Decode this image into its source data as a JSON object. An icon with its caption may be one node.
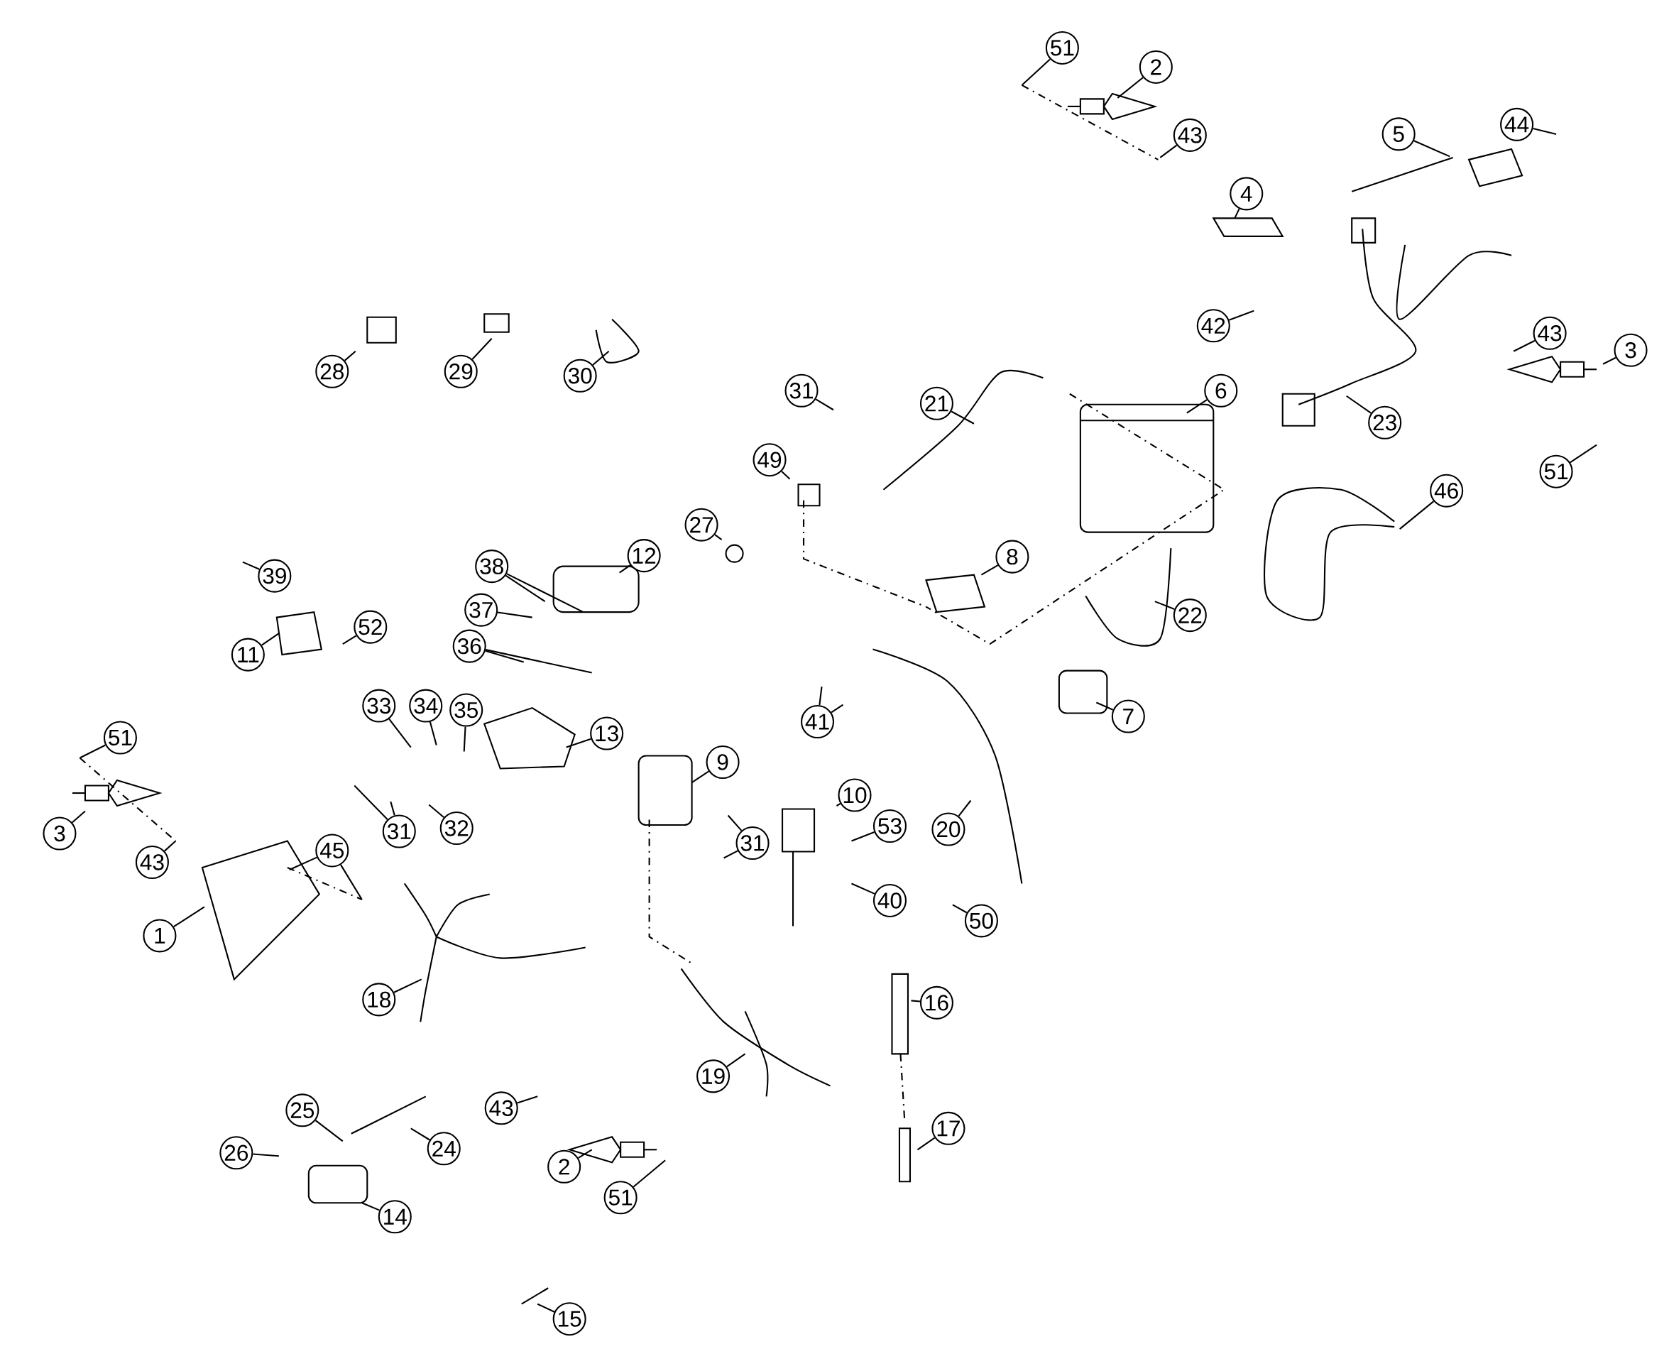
{
  "diagram": {
    "nodes": [
      {
        "text": [
          "51"
        ]
      },
      {
        "text": [
          "2"
        ]
      },
      {
        "text": [
          "43"
        ]
      },
      {
        "text": [
          "5"
        ]
      },
      {
        "text": [
          "44"
        ]
      },
      {
        "text": [
          "4"
        ]
      },
      {
        "text": [
          "42"
        ]
      },
      {
        "text": [
          "28"
        ]
      },
      {
        "text": [
          "29"
        ]
      },
      {
        "text": [
          "30"
        ]
      },
      {
        "text": [
          "43"
        ]
      },
      {
        "text": [
          "3"
        ]
      },
      {
        "text": [
          "31"
        ]
      },
      {
        "text": [
          "21"
        ]
      },
      {
        "text": [
          "6"
        ]
      },
      {
        "text": [
          "23"
        ]
      },
      {
        "text": [
          "51"
        ]
      },
      {
        "text": [
          "46"
        ]
      },
      {
        "text": [
          "49"
        ]
      },
      {
        "text": [
          "27"
        ]
      },
      {
        "text": [
          "12"
        ]
      },
      {
        "text": [
          "8"
        ]
      },
      {
        "text": [
          "38"
        ]
      },
      {
        "text": [
          "39"
        ]
      },
      {
        "text": [
          "37"
        ]
      },
      {
        "text": [
          "22"
        ]
      },
      {
        "text": [
          "52"
        ]
      },
      {
        "text": [
          "11"
        ]
      },
      {
        "text": [
          "36"
        ]
      },
      {
        "text": [
          "7"
        ]
      },
      {
        "text": [
          "33"
        ]
      },
      {
        "text": [
          "34"
        ]
      },
      {
        "text": [
          "35"
        ]
      },
      {
        "text": [
          "13"
        ]
      },
      {
        "text": [
          "41"
        ]
      },
      {
        "text": [
          "51"
        ]
      },
      {
        "text": [
          "9"
        ]
      },
      {
        "text": [
          "10"
        ]
      },
      {
        "text": [
          "53"
        ]
      },
      {
        "text": [
          "3"
        ]
      },
      {
        "text": [
          "43"
        ]
      },
      {
        "text": [
          "31"
        ]
      },
      {
        "text": [
          "32"
        ]
      },
      {
        "text": [
          "31"
        ]
      },
      {
        "text": [
          "20"
        ]
      },
      {
        "text": [
          "45"
        ]
      },
      {
        "text": [
          "40"
        ]
      },
      {
        "text": [
          "50"
        ]
      },
      {
        "text": [
          "1"
        ]
      },
      {
        "text": [
          "18"
        ]
      },
      {
        "text": [
          "16"
        ]
      },
      {
        "text": [
          "19"
        ]
      },
      {
        "text": [
          "43"
        ]
      },
      {
        "text": [
          "25"
        ]
      },
      {
        "text": [
          "24"
        ]
      },
      {
        "text": [
          "17"
        ]
      },
      {
        "text": [
          "26"
        ]
      },
      {
        "text": [
          "2"
        ]
      },
      {
        "text": [
          "51"
        ]
      },
      {
        "text": [
          "14"
        ]
      },
      {
        "text": [
          "15"
        ]
      }
    ],
    "edges": [
      {
        "from": 0,
        "to": null,
        "arrow": "none"
      },
      {
        "from": 1,
        "to": null,
        "arrow": "none"
      },
      {
        "from": 2,
        "to": null,
        "arrow": "none"
      },
      {
        "from": 3,
        "to": null,
        "arrow": "none"
      },
      {
        "from": 4,
        "to": null,
        "arrow": "none"
      },
      {
        "from": 5,
        "to": null,
        "arrow": "none"
      },
      {
        "from": 6,
        "to": null,
        "arrow": "none"
      },
      {
        "from": 7,
        "to": null,
        "arrow": "none"
      },
      {
        "from": 8,
        "to": null,
        "arrow": "none"
      },
      {
        "from": 9,
        "to": null,
        "arrow": "none"
      },
      {
        "from": 10,
        "to": null,
        "arrow": "none"
      },
      {
        "from": 11,
        "to": null,
        "arrow": "none"
      },
      {
        "from": 12,
        "to": null,
        "arrow": "none"
      },
      {
        "from": 13,
        "to": null,
        "arrow": "none"
      },
      {
        "from": 14,
        "to": null,
        "arrow": "none"
      },
      {
        "from": 15,
        "to": null,
        "arrow": "none"
      },
      {
        "from": 16,
        "to": null,
        "arrow": "none"
      },
      {
        "from": 17,
        "to": null,
        "arrow": "none"
      },
      {
        "from": 18,
        "to": null,
        "arrow": "none"
      },
      {
        "from": 19,
        "to": null,
        "arrow": "none"
      },
      {
        "from": 20,
        "to": null,
        "arrow": "none"
      },
      {
        "from": 21,
        "to": null,
        "arrow": "none"
      },
      {
        "from": 22,
        "to": null,
        "arrow": "none"
      },
      {
        "from": 22,
        "to": null,
        "arrow": "none"
      },
      {
        "from": 23,
        "to": null,
        "arrow": "none"
      },
      {
        "from": 24,
        "to": null,
        "arrow": "none"
      },
      {
        "from": 25,
        "to": null,
        "arrow": "none"
      },
      {
        "from": 26,
        "to": null,
        "arrow": "none"
      },
      {
        "from": 27,
        "to": null,
        "arrow": "none"
      },
      {
        "from": 28,
        "to": null,
        "arrow": "none"
      },
      {
        "from": 28,
        "to": null,
        "arrow": "none"
      },
      {
        "from": 29,
        "to": null,
        "arrow": "none"
      },
      {
        "from": 30,
        "to": null,
        "arrow": "none"
      },
      {
        "from": 31,
        "to": null,
        "arrow": "none"
      },
      {
        "from": 32,
        "to": null,
        "arrow": "none"
      },
      {
        "from": 33,
        "to": null,
        "arrow": "none"
      },
      {
        "from": 34,
        "to": null,
        "arrow": "none"
      },
      {
        "from": 34,
        "to": null,
        "arrow": "none"
      },
      {
        "from": 35,
        "to": null,
        "arrow": "none"
      },
      {
        "from": 36,
        "to": null,
        "arrow": "none"
      },
      {
        "from": 37,
        "to": null,
        "arrow": "none"
      },
      {
        "from": 38,
        "to": null,
        "arrow": "none"
      },
      {
        "from": 39,
        "to": null,
        "arrow": "none"
      },
      {
        "from": 40,
        "to": null,
        "arrow": "none"
      },
      {
        "from": 41,
        "to": null,
        "arrow": "none"
      },
      {
        "from": 41,
        "to": null,
        "arrow": "none"
      },
      {
        "from": 42,
        "to": null,
        "arrow": "none"
      },
      {
        "from": 43,
        "to": null,
        "arrow": "none"
      },
      {
        "from": 43,
        "to": null,
        "arrow": "none"
      },
      {
        "from": 44,
        "to": null,
        "arrow": "none"
      },
      {
        "from": 45,
        "to": null,
        "arrow": "none"
      },
      {
        "from": 45,
        "to": null,
        "arrow": "none"
      },
      {
        "from": 46,
        "to": null,
        "arrow": "none"
      },
      {
        "from": 47,
        "to": null,
        "arrow": "none"
      },
      {
        "from": 48,
        "to": null,
        "arrow": "none"
      },
      {
        "from": 49,
        "to": null,
        "arrow": "none"
      },
      {
        "from": 50,
        "to": null,
        "arrow": "none"
      },
      {
        "from": 51,
        "to": null,
        "arrow": "none"
      },
      {
        "from": 52,
        "to": null,
        "arrow": "none"
      },
      {
        "from": 53,
        "to": null,
        "arrow": "none"
      },
      {
        "from": 54,
        "to": null,
        "arrow": "none"
      },
      {
        "from": 55,
        "to": null,
        "arrow": "none"
      },
      {
        "from": 56,
        "to": null,
        "arrow": "none"
      },
      {
        "from": 57,
        "to": null,
        "arrow": "none"
      },
      {
        "from": 58,
        "to": null,
        "arrow": "none"
      },
      {
        "from": 59,
        "to": null,
        "arrow": "none"
      },
      {
        "from": 60,
        "to": null,
        "arrow": "none"
      }
    ]
  }
}
